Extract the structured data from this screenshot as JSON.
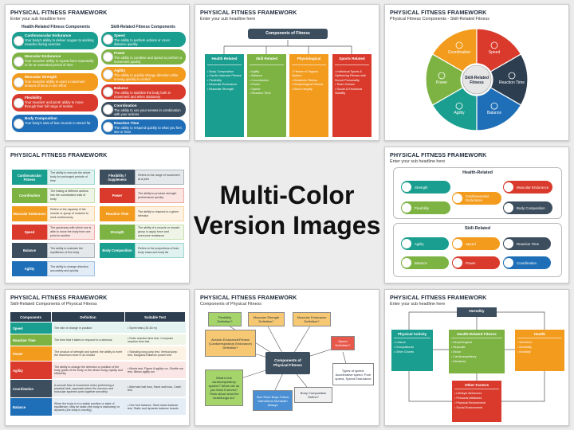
{
  "center": {
    "line1": "Multi-Color",
    "line2": "Version Images"
  },
  "s1": {
    "title": "PHYSICAL FITNESS FRAMEWORK",
    "sub": "Enter your sub headline here",
    "left_head": "Health-Related Fitness Components",
    "right_head": "Skill-Related Fitness Components",
    "left": [
      {
        "name": "Cardiovascular Endurance",
        "desc": "Your body's ability to deliver oxygen to working muscles during exercise",
        "color": "#1a9e8f"
      },
      {
        "name": "Muscular Endurance",
        "desc": "Your muscles' ability to repeat force repeatedly or for an extended period of time",
        "color": "#7cb342"
      },
      {
        "name": "Muscular Strength",
        "desc": "Your muscles' ability to exert a maximum amount of force in one effort",
        "color": "#f29b1d"
      },
      {
        "name": "Flexibility",
        "desc": "Your muscles' and joints' ability to move through their full range of motion",
        "color": "#d93a2b"
      },
      {
        "name": "Body Composition",
        "desc": "Your body's ratio of lean muscle to stored fat",
        "color": "#1e6fb8"
      }
    ],
    "right": [
      {
        "name": "Speed",
        "desc": "The ability to perform actions or cover distance quickly",
        "color": "#1a9e8f"
      },
      {
        "name": "Power",
        "desc": "The ability to combine and speed to perform a movement quickly",
        "color": "#7cb342"
      },
      {
        "name": "Agility",
        "desc": "The ability to quickly change direction while moving quickly in control",
        "color": "#f29b1d"
      },
      {
        "name": "Balance",
        "desc": "The ability to stabilize the body both in movement and when stationary",
        "color": "#d93a2b"
      },
      {
        "name": "Coordination",
        "desc": "The ability to use your senses in combination with your actions",
        "color": "#3d4f5f"
      },
      {
        "name": "Reaction Time",
        "desc": "The ability to respond quickly to what you feel, see or hear",
        "color": "#1e6fb8"
      }
    ]
  },
  "s2": {
    "title": "PHYSICAL FITNESS FRAMEWORK",
    "sub": "Enter your sub headline here",
    "root": "Components of Fitness",
    "cols": [
      {
        "head": "Health Related",
        "color": "#1a9e8f",
        "items": [
          "Body Composition",
          "Cardio-Vascular Fitness",
          "Flexibility",
          "Muscular Endurance",
          "Muscular Strength"
        ]
      },
      {
        "head": "Skill Related",
        "color": "#7cb342",
        "items": [
          "Agility",
          "Balance",
          "Coordination",
          "Power",
          "Speed",
          "Reaction Time"
        ]
      },
      {
        "head": "Physiological",
        "color": "#f29b1d",
        "items": [
          "Fitness of Organic System",
          "Metabolic Fitness",
          "Morphological Fitness",
          "Bone Integrity"
        ]
      },
      {
        "head": "Sports Related",
        "color": "#d93a2b",
        "items": [
          "Individual Sports & Optimizing Fitness with Sound Personality",
          "Team Games",
          "Social & Emotional Stability"
        ]
      }
    ]
  },
  "s3": {
    "title": "PHYSICAL FITNESS FRAMEWORK",
    "sub": "Physical Fitness Components - Skill-Related Fitness",
    "center": "Skill-Related Fitness",
    "segments": [
      {
        "label": "Coordination",
        "color": "#f29b1d"
      },
      {
        "label": "Speed",
        "color": "#d93a2b"
      },
      {
        "label": "Reaction Time",
        "color": "#2d3e50"
      },
      {
        "label": "Balance",
        "color": "#1e6fb8"
      },
      {
        "label": "Agility",
        "color": "#1a9e8f"
      },
      {
        "label": "Power",
        "color": "#7cb342"
      }
    ]
  },
  "s4": {
    "title": "PHYSICAL FITNESS FRAMEWORK",
    "left": [
      {
        "name": "Cardiovascular Fitness",
        "desc": "The ability to execute the whole body for prolonged periods of time",
        "color": "#1a9e8f"
      },
      {
        "name": "Coordination",
        "desc": "The linking of different actions into the coordinated units of body",
        "color": "#7cb342"
      },
      {
        "name": "Muscular Endurance",
        "desc": "Refers to the capacity of the muscle or group of muscles to work continuously",
        "color": "#f29b1d"
      },
      {
        "name": "Speed",
        "desc": "The quickness with which one is able to move the body from one point to another",
        "color": "#d93a2b"
      },
      {
        "name": "Balance",
        "desc": "The ability to maintain the equilibrium of the body",
        "color": "#3d4f5f"
      },
      {
        "name": "Agility",
        "desc": "The ability to change direction accurately and quickly",
        "color": "#1e6fb8"
      }
    ],
    "right": [
      {
        "name": "Flexibility / Suppleness",
        "desc": "Refers to the range of movement at a joint",
        "color": "#3d4f5f"
      },
      {
        "name": "Power",
        "desc": "The ability to produce strength performance quickly",
        "color": "#d93a2b"
      },
      {
        "name": "Reaction Time",
        "desc": "The ability to respond to a given stimulus",
        "color": "#f29b1d"
      },
      {
        "name": "Strength",
        "desc": "The ability of a muscle or muscle group to apply force and overcome resistance",
        "color": "#7cb342"
      },
      {
        "name": "Body Composition",
        "desc": "Refers to the proportions of lean body mass and body fat",
        "color": "#1a9e8f"
      }
    ]
  },
  "s5": {
    "title": "PHYSICAL FITNESS FRAMEWORK",
    "sub": "Enter your sub headline here",
    "health_head": "Health-Related",
    "skill_head": "Skill-Related",
    "health": [
      {
        "label": "Strength",
        "color": "#1a9e8f"
      },
      {
        "label": "Cardiovascular Endurance",
        "color": "#f29b1d"
      },
      {
        "label": "Muscular Endurance",
        "color": "#d93a2b"
      },
      {
        "label": "Flexibility",
        "color": "#7cb342"
      },
      {
        "label": "Body Composition",
        "color": "#3d4f5f"
      }
    ],
    "skill": [
      {
        "label": "Agility",
        "color": "#1a9e8f"
      },
      {
        "label": "Speed",
        "color": "#f29b1d"
      },
      {
        "label": "Reaction Time",
        "color": "#3d4f5f"
      },
      {
        "label": "Balance",
        "color": "#7cb342"
      },
      {
        "label": "Power",
        "color": "#d93a2b"
      },
      {
        "label": "Coordination",
        "color": "#1e6fb8"
      }
    ]
  },
  "s6": {
    "title": "PHYSICAL FITNESS FRAMEWORK",
    "sub": "Skill-Related Components of Physical Fitness",
    "headers": [
      "Components",
      "Definition",
      "Suitable Test"
    ],
    "rows": [
      {
        "c": "Speed",
        "d": "The rate of change in position",
        "t": "Sprint tests (30-60 m)",
        "color": "#1a9e8f"
      },
      {
        "c": "Reaction Time",
        "d": "The time that it takes to respond to a stimulus",
        "t": "Ruler reaction time test, Computer reaction time test",
        "color": "#7cb342"
      },
      {
        "c": "Power",
        "d": "The product of strength and speed: the ability to exert the maximum force in an instant",
        "t": "Standing long jump test, Vertical jump test, Margaria-Kalamen power test",
        "color": "#f29b1d"
      },
      {
        "c": "Agility",
        "d": "The ability to change the direction or position of the body (parts of the body or the whole body) rapidly and efficiently",
        "t": "Illinois test, Figure 8 agility run, Shuttle run test, Illinois agility run",
        "color": "#d93a2b"
      },
      {
        "c": "Coordination",
        "d": "A smooth flow of movement when performing a physical task, approach when the nervous and muscular systems work together smoothly",
        "t": "Alternate ball toss, Hand wall toss, Catch test",
        "color": "#3d4f5f"
      },
      {
        "c": "Balance",
        "d": "When the body is in a stable position or state of equilibrium. May be static (the body is stationary) or dynamic (the body is moving)",
        "t": "One foot balance, Stork stand balance test, Static and dynamic balance boards",
        "color": "#1e6fb8"
      }
    ]
  },
  "s7": {
    "title": "PHYSICAL FITNESS FRAMEWORK",
    "sub": "Components of Physical Fitness",
    "center": "Components of Physical Fitness",
    "nodes": [
      {
        "text": "Flexibility Definition?",
        "bg": "#a5d46a",
        "fg": "#1e2a3a"
      },
      {
        "text": "Muscular Strength Definition?",
        "bg": "#f7c873",
        "fg": "#1e2a3a"
      },
      {
        "text": "Muscular Endurance Definition?",
        "bg": "#f7c873",
        "fg": "#1e2a3a"
      },
      {
        "text": "Aerobic Endurance/Fitness (Cardiorespiratory Endurance) Definition?",
        "bg": "#f7c873",
        "fg": "#1e2a3a"
      },
      {
        "text": "Speed Definition?",
        "bg": "#e8584a",
        "fg": "#fff"
      },
      {
        "text": "What is the cardiorespiratory system? What role do you think it serves? Think about what the heart/lungs do?",
        "bg": "#a5d46a",
        "fg": "#1e2a3a"
      },
      {
        "text": "Star Shoe Boys Follow Marvellous Mombath Always",
        "bg": "#4a8fd4",
        "fg": "#fff"
      },
      {
        "text": "Body Composition Define?",
        "bg": "#f0f0f0",
        "fg": "#1e2a3a"
      },
      {
        "text": "Types of speed: Accelerative speed, Pure speed, Speed Endurance",
        "bg": "#fff",
        "fg": "#1e2a3a"
      }
    ]
  },
  "s8": {
    "title": "PHYSICAL FITNESS FRAMEWORK",
    "sub": "Enter your sub headline here",
    "top": "Heredity",
    "boxes": [
      {
        "head": "Physical Activity",
        "color": "#1a9e8f",
        "items": [
          "Leisure",
          "Occupational",
          "Other Chores"
        ]
      },
      {
        "head": "Health-Related Fitness",
        "color": "#7cb342",
        "items": [
          "Morphological",
          "Muscular",
          "Motor",
          "Cardiorespiratory",
          "Metabolic"
        ]
      },
      {
        "head": "Health",
        "color": "#f29b1d",
        "items": [
          "Wellness",
          "Morbidity",
          "Mortality"
        ]
      },
      {
        "head": "Other Factors",
        "color": "#d93a2b",
        "items": [
          "Lifestyle Behaviors",
          "Personal Attributes",
          "Physical Environment",
          "Social Environment"
        ]
      }
    ]
  }
}
